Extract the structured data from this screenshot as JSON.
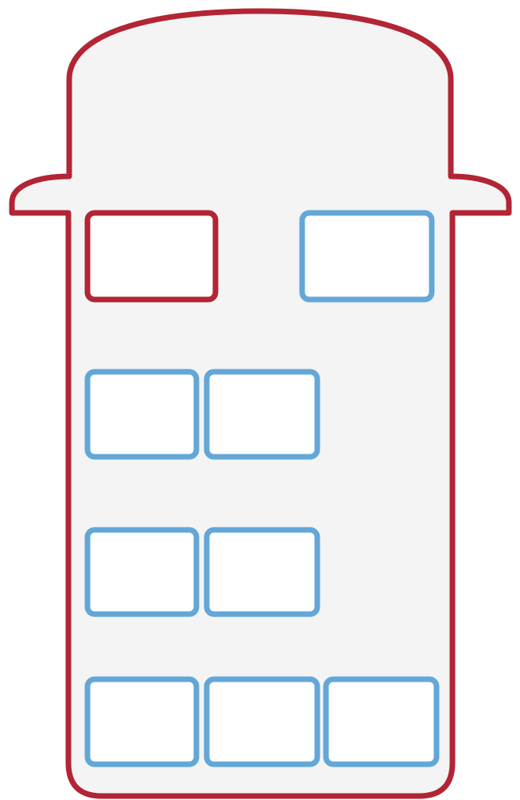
{
  "colors": {
    "body_outline": "#b22535",
    "body_fill": "#f4f4f4",
    "seat_fill": "#ffffff",
    "seat_available": "#63a7d8",
    "seat_selected": "#b22535"
  },
  "seat_map": {
    "rows": [
      {
        "row": 1,
        "seats": [
          {
            "id": "driver",
            "state": "selected"
          },
          {
            "id": "front-passenger",
            "state": "available"
          }
        ]
      },
      {
        "row": 2,
        "seats": [
          {
            "id": "row2-left",
            "state": "available"
          },
          {
            "id": "row2-middle",
            "state": "available"
          }
        ]
      },
      {
        "row": 3,
        "seats": [
          {
            "id": "row3-left",
            "state": "available"
          },
          {
            "id": "row3-middle",
            "state": "available"
          }
        ]
      },
      {
        "row": 4,
        "seats": [
          {
            "id": "row4-left",
            "state": "available"
          },
          {
            "id": "row4-middle",
            "state": "available"
          },
          {
            "id": "row4-right",
            "state": "available"
          }
        ]
      }
    ]
  }
}
